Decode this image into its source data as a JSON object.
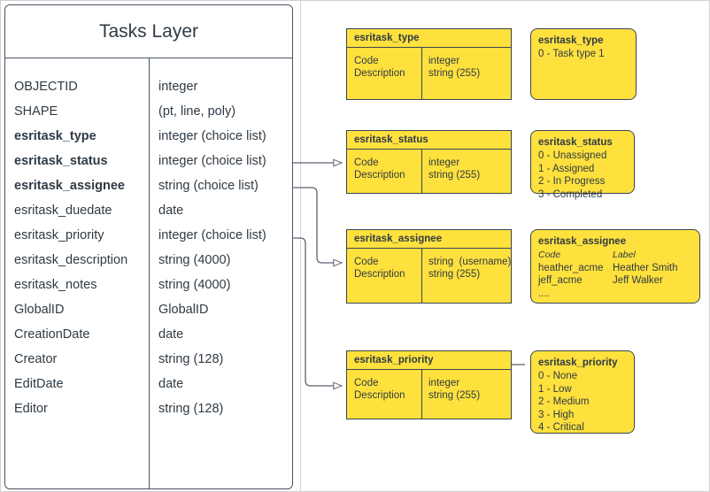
{
  "diagram": {
    "title": "Tasks Layer",
    "accent_color": "#ffe13d",
    "stroke_color": "#3b4352",
    "text_color": "#2f3a44"
  },
  "layer_table": {
    "title": "Tasks Layer",
    "fields": [
      {
        "name": "OBJECTID",
        "type": "integer",
        "bold": false
      },
      {
        "name": "SHAPE",
        "type": "(pt, line, poly)",
        "bold": false
      },
      {
        "name": "esritask_type",
        "type": "integer (choice list)",
        "bold": true
      },
      {
        "name": "esritask_status",
        "type": "integer (choice list)",
        "bold": true
      },
      {
        "name": "esritask_assignee",
        "type": "string (choice list)",
        "bold": true
      },
      {
        "name": "esritask_duedate",
        "type": "date",
        "bold": false
      },
      {
        "name": "esritask_priority",
        "type": "integer (choice list)",
        "bold": false
      },
      {
        "name": "esritask_description",
        "type": "string (4000)",
        "bold": false
      },
      {
        "name": "esritask_notes",
        "type": "string (4000)",
        "bold": false
      },
      {
        "name": "GlobalID",
        "type": "GlobalID",
        "bold": false
      },
      {
        "name": "CreationDate",
        "type": "date",
        "bold": false
      },
      {
        "name": "Creator",
        "type": "string (128)",
        "bold": false
      },
      {
        "name": "EditDate",
        "type": "date",
        "bold": false
      },
      {
        "name": "Editor",
        "type": "string (128)",
        "bold": false
      }
    ]
  },
  "schema_boxes": [
    {
      "title": "esritask_type",
      "left_lines": "Code\nDescription",
      "right_lines": "integer\nstring (255)"
    },
    {
      "title": "esritask_status",
      "left_lines": "Code\nDescription",
      "right_lines": "integer\nstring (255)"
    },
    {
      "title": "esritask_assignee",
      "left_lines": "Code\nDescription",
      "right_lines": "string  (username)\nstring (255)"
    },
    {
      "title": "esritask_priority",
      "left_lines": "Code\nDescription",
      "right_lines": "integer\nstring (255)"
    }
  ],
  "value_boxes": {
    "type": {
      "title": "esritask_type",
      "lines": [
        "0 - Task type 1"
      ]
    },
    "status": {
      "title": "esritask_status",
      "lines": [
        "0 - Unassigned",
        "1 - Assigned",
        "2 - In Progress",
        "3 - Completed"
      ]
    },
    "assignee": {
      "title": "esritask_assignee",
      "header": {
        "code": "Code",
        "label": "Label"
      },
      "rows": [
        {
          "code": "heather_acme",
          "label": "Heather Smith"
        },
        {
          "code": "jeff_acme",
          "label": "Jeff Walker"
        },
        {
          "code": "....",
          "label": ""
        }
      ]
    },
    "priority": {
      "title": "esritask_priority",
      "lines": [
        "0 - None",
        "1 - Low",
        "2 - Medium",
        "3 - High",
        "4 - Critical"
      ]
    }
  }
}
